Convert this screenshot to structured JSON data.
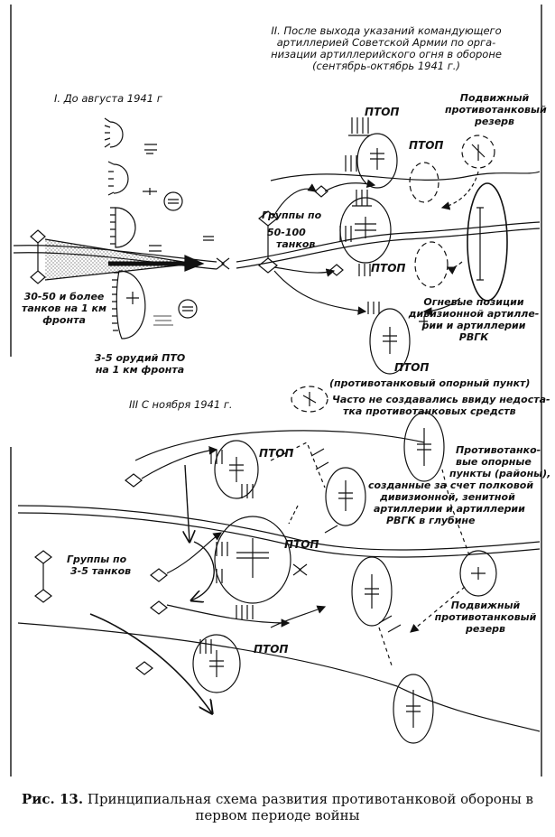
{
  "sections": {
    "s1_title": "I. До августа 1941 г",
    "s2_title": [
      "II. После выхода указаний командующего",
      "артиллерией Советской Армии по орга-",
      "низации артиллерийского огня в обороне",
      "(сентябрь-октябрь 1941 г.)"
    ],
    "s3_title": "III  С ноября 1941 г."
  },
  "labels": {
    "tanks_30_50": [
      "30-50 и более",
      "танков на 1 км",
      "фронта"
    ],
    "guns_3_5": [
      "3-5 орудий ПТО",
      "на 1 км фронта"
    ],
    "groups_50_100": [
      "Группы по",
      "50-100",
      "танков"
    ],
    "mobile_reserve_top": [
      "Подвижный",
      "противотанковый",
      "резерв"
    ],
    "fire_positions": [
      "Огневые позиции",
      "дивизионной артилле-",
      "рии и артиллерии",
      "РВГК"
    ],
    "ptop": "ПТОП",
    "ptop_def": "(противотанковый опорный пункт)",
    "often_not": [
      "Часто не создавались ввиду недоста-",
      "тка противотанковых средств"
    ],
    "strongpoints": [
      "Противотанко-",
      "вые опорные",
      "пункты (районы),",
      "созданные за счет полковой",
      "дивизионной, зенитной",
      "артиллерии и артиллерии",
      "РВГК в глубине"
    ],
    "groups_3_5": [
      "Группы по",
      "3-5 танков"
    ],
    "mobile_reserve_bottom": [
      "Подвижный",
      "противотанковый",
      "резерв"
    ]
  },
  "caption": {
    "number": "Рис. 13.",
    "text_line1": "Принципиальная схема развития противотанковой обороны в",
    "text_line2": "первом периоде войны"
  }
}
